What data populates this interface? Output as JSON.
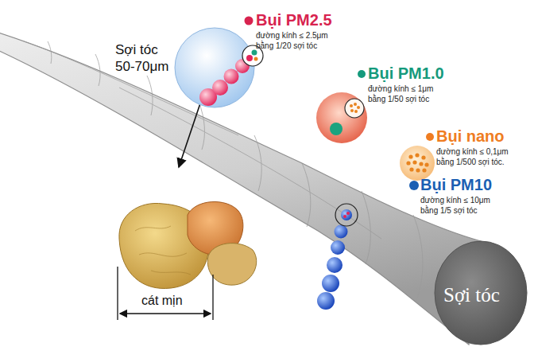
{
  "diagram": {
    "labels": [
      "Bụi PM2.5",
      "đường kính ≤ 2.5μm bằng 1/20 sợi tóc",
      "Sợi tóc 50-70μm",
      "Bụi PM1.0",
      "đường kính ≤ 1μm bằng 1/50 sợi tóc",
      "Bụi nano",
      "đường kính ≤ 0,1μm bằng 1/500 sợi tóc.",
      "Bụi PM10",
      "đường kính ≤ 10μm bằng 1/5 sợi tóc",
      "cát mịn",
      "Sợi tóc"
    ]
  }
}
